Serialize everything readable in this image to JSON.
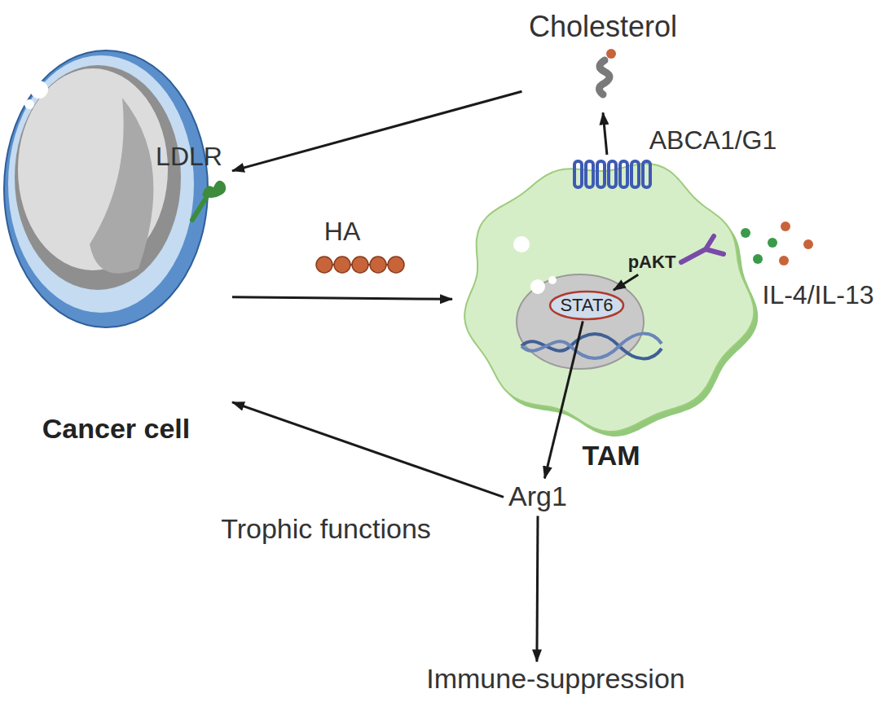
{
  "diagram": {
    "nodes": [
      {
        "text": [
          "Cancer cell"
        ]
      },
      {
        "text": [
          "TAM"
        ]
      },
      {
        "text": [
          "pAKT"
        ],
        "in": 1
      },
      {
        "text": [
          "STAT6"
        ],
        "in": 1
      },
      {
        "text": [
          "Cholesterol"
        ]
      },
      {
        "text": [
          "Arg1"
        ]
      },
      {
        "text": [
          "Immune-suppression"
        ]
      }
    ],
    "edges": [
      {
        "from": 4,
        "to": 0,
        "arrow": "to"
      },
      {
        "from": 1,
        "to": 4,
        "arrow": "to"
      },
      {
        "from": 0,
        "to": 1,
        "label": "HA",
        "arrow": "to"
      },
      {
        "from": 2,
        "to": 3,
        "arrow": "to"
      },
      {
        "from": 3,
        "to": 5,
        "arrow": "to"
      },
      {
        "from": 5,
        "to": 0,
        "label": "Trophic functions",
        "arrow": "to"
      },
      {
        "from": 5,
        "to": 6,
        "arrow": "to"
      }
    ],
    "labels": [
      "LDLR",
      "ABCA1/G1",
      "IL-4/IL-13"
    ]
  }
}
